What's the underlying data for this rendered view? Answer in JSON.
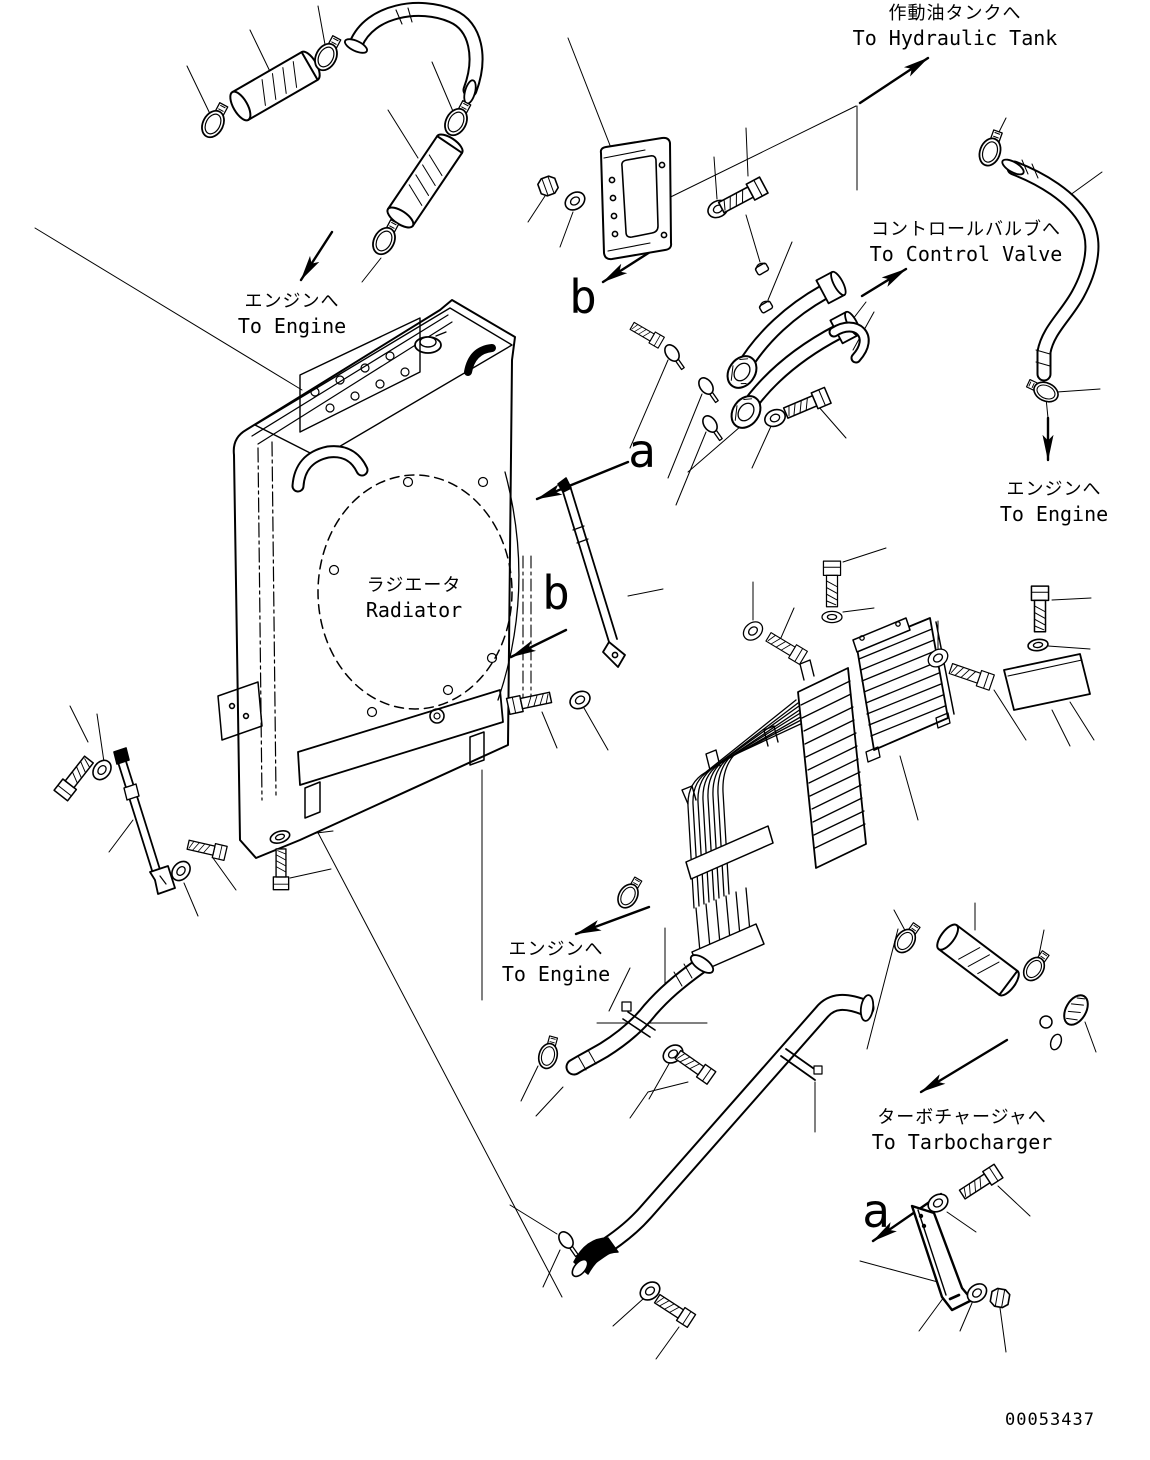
{
  "diagram": {
    "drawing_number": "00053437",
    "callouts": {
      "hydraulic_tank": {
        "ja": "作動油タンクへ",
        "en": "To Hydraulic Tank"
      },
      "engine_top_left": {
        "ja": "エンジンへ",
        "en": "To Engine"
      },
      "control_valve": {
        "ja": "コントロールバルブへ",
        "en": "To Control Valve"
      },
      "engine_right": {
        "ja": "エンジンへ",
        "en": "To Engine"
      },
      "radiator": {
        "ja": "ラジエータ",
        "en": "Radiator"
      },
      "engine_bottom": {
        "ja": "エンジンへ",
        "en": "To Engine"
      },
      "turbocharger": {
        "ja": "ターボチャージャへ",
        "en": "To Tarbocharger"
      }
    },
    "view_letters": {
      "b_upper": "b",
      "a_upper": "a",
      "b_lower": "b",
      "a_lower": "a"
    }
  }
}
